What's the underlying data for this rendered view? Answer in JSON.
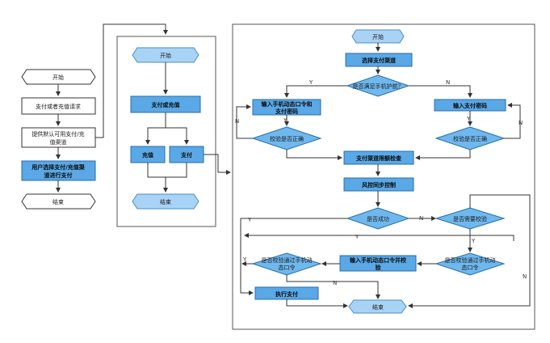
{
  "left": {
    "start": "开始",
    "request": "支付或者充值请求",
    "provide_line1": "提供默认可用支付/充",
    "provide_line2": "值渠道",
    "select_line1": "用户选择支付/充值渠",
    "select_line2": "道进行支付",
    "end": "结束"
  },
  "middle": {
    "start": "开始",
    "pay_or_recharge": "支付或充值",
    "recharge": "充值",
    "pay": "支付",
    "end": "结束"
  },
  "right": {
    "start": "开始",
    "select_channel": "选择支付渠道",
    "phone_protect": "是否满足手机护航？",
    "input_otp_line1": "输入手机动态口令和",
    "input_otp_line2": "支付密码",
    "input_pwd": "输入支付密码",
    "verify_left": "校验是否正确",
    "verify_right": "校验是否正确",
    "limit_check": "支付渠道限额检查",
    "risk_sync": "风控同步控制",
    "success": "是否成功",
    "need_verify": "是否需要校验",
    "otp_verify_line1": "是否校验通过手机动",
    "otp_verify_line2": "态口令",
    "input_otp_verify_line1": "输入手机动态口令并校",
    "input_otp_verify_line2": "验",
    "verify_pass_line1": "是否校验通过手机动",
    "verify_pass_line2": "态口令",
    "execute_pay": "执行支付",
    "end": "结束"
  },
  "labels": {
    "yes": "Y",
    "no": "N"
  },
  "colors": {
    "process_fill": "#5aa8e6",
    "decision_fill": "#6fb8ee",
    "terminal_fill": "#a9d3f5"
  }
}
